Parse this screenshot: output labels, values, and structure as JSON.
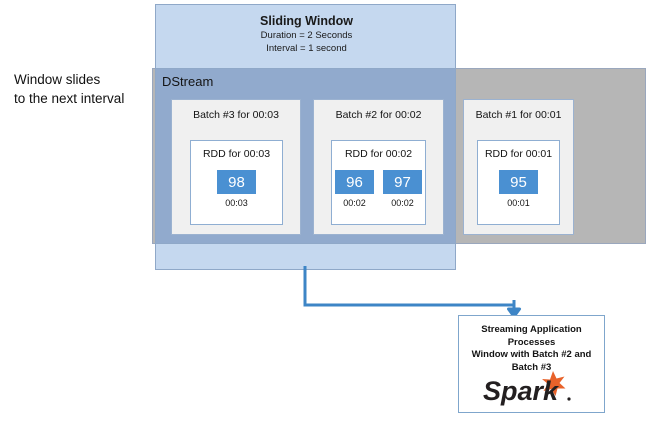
{
  "side_note": "Window slides\nto the next interval",
  "sliding_window": {
    "title": "Sliding Window",
    "duration": "Duration = 2 Seconds",
    "interval": "Interval = 1 second"
  },
  "dstream": {
    "label": "DStream"
  },
  "batches": [
    {
      "title": "Batch #3 for 00:03",
      "rdd_title": "RDD for 00:03",
      "chips": [
        {
          "value": "98",
          "time": "00:03"
        }
      ]
    },
    {
      "title": "Batch #2 for 00:02",
      "rdd_title": "RDD for 00:02",
      "chips": [
        {
          "value": "96",
          "time": "00:02"
        },
        {
          "value": "97",
          "time": "00:02"
        }
      ]
    },
    {
      "title": "Batch #1 for 00:01",
      "rdd_title": "RDD for 00:01",
      "chips": [
        {
          "value": "95",
          "time": "00:01"
        }
      ]
    }
  ],
  "output": {
    "text": "Streaming Application\nProcesses\nWindow with Batch #2 and\nBatch #3",
    "logo_text": "Spark",
    "logo_mark": "star-icon"
  },
  "colors": {
    "window_fill": "#c5d8ef",
    "dstream_blue": "#91aacd",
    "dstream_gray": "#b6b6b6",
    "chip_blue": "#4a90d2",
    "arrow_blue": "#3d85c6",
    "spark_orange": "#e8622a",
    "spark_dark": "#231f20"
  }
}
